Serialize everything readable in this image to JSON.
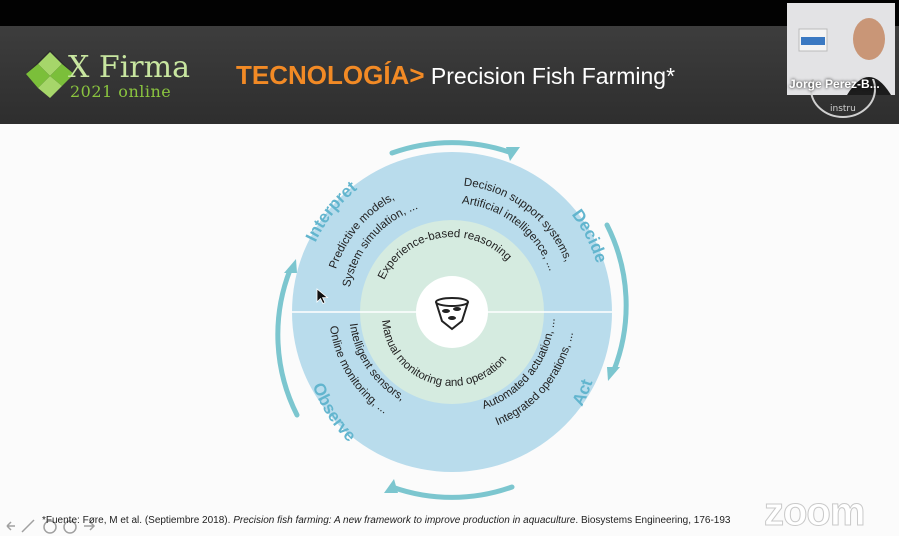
{
  "banner": {
    "logo_title": "X Firma",
    "logo_sub": "2021 online",
    "title_tag": "TECNOLOGÍA>",
    "title_rest": " Precision Fish Farming*"
  },
  "participant": {
    "name": "Jorge Perez-B..."
  },
  "diagram": {
    "quadrants": {
      "interpret": "Interpret",
      "decide": "Decide",
      "observe": "Observe",
      "act": "Act"
    },
    "outer": {
      "interpret_1": "Predictive models,",
      "interpret_2": "System simulation, ...",
      "decide_1": "Decision support systems,",
      "decide_2": "Artificial intelligence, ...",
      "observe_1": "Intelligent sensors,",
      "observe_2": "Online monitoring, ...",
      "act_1": "Automated actuation, ...",
      "act_2": "Integrated operations, ..."
    },
    "inner": {
      "top": "Experience-based reasoning",
      "bottom": "Manual monitoring and operation"
    }
  },
  "footnote": {
    "prefix": "*Fuente: Føre, M et al. (Septiembre 2018). ",
    "italic": "Precision fish farming: A new framework to improve production in aquaculture",
    "suffix": ". Biosystems Engineering, 176-193"
  },
  "watermark": "zoom",
  "colors": {
    "accent": "#f28a25",
    "ring": "#b9dcec",
    "arrow": "#7cc6cf",
    "inner": "#d5ebe0"
  }
}
